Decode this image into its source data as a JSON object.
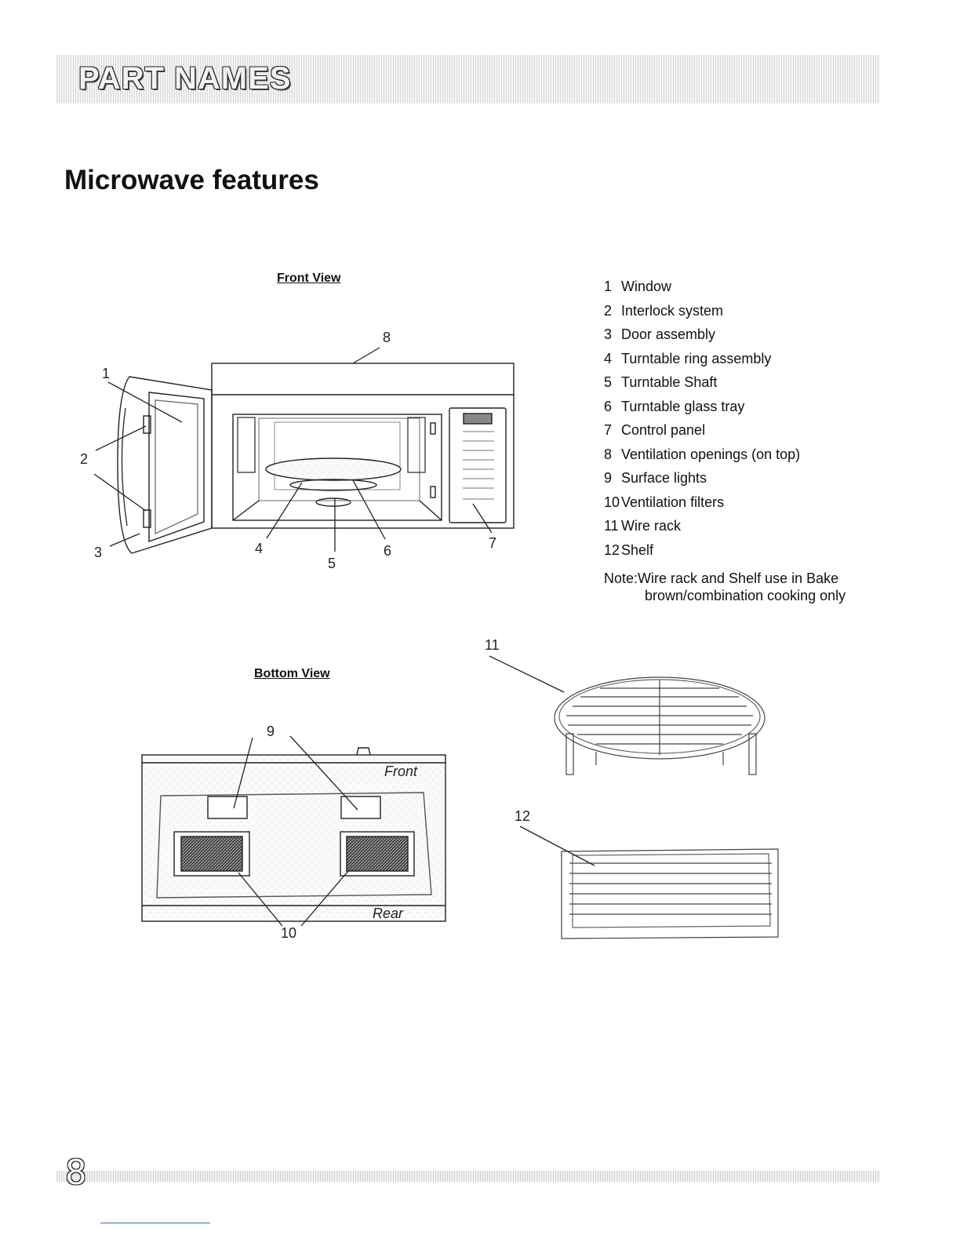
{
  "header": {
    "title": "PART NAMES"
  },
  "section": {
    "title": "Microwave features"
  },
  "front_view": {
    "label": "Front View",
    "callouts": [
      "1",
      "2",
      "3",
      "4",
      "5",
      "6",
      "7",
      "8"
    ]
  },
  "bottom_view": {
    "label": "Bottom View",
    "callouts": [
      "9",
      "10"
    ],
    "front_text": "Front",
    "rear_text": "Rear"
  },
  "accessories": {
    "callouts": [
      "11",
      "12"
    ]
  },
  "legend": [
    {
      "num": "1",
      "name": "Window"
    },
    {
      "num": "2",
      "name": "Interlock system"
    },
    {
      "num": "3",
      "name": "Door assembly"
    },
    {
      "num": "4",
      "name": "Turntable ring assembly"
    },
    {
      "num": "5",
      "name": "Turntable Shaft"
    },
    {
      "num": "6",
      "name": "Turntable glass tray"
    },
    {
      "num": "7",
      "name": "Control panel"
    },
    {
      "num": "8",
      "name": "Ventilation openings (on top)"
    },
    {
      "num": "9",
      "name": "Surface lights"
    },
    {
      "num": "10",
      "name": "Ventilation filters"
    },
    {
      "num": "11",
      "name": "Wire rack"
    },
    {
      "num": "12",
      "name": "Shelf"
    }
  ],
  "note": {
    "line1": "Note:Wire rack and Shelf use in Bake",
    "line2": "brown/combination cooking only"
  },
  "footer": {
    "page_number": "8"
  }
}
